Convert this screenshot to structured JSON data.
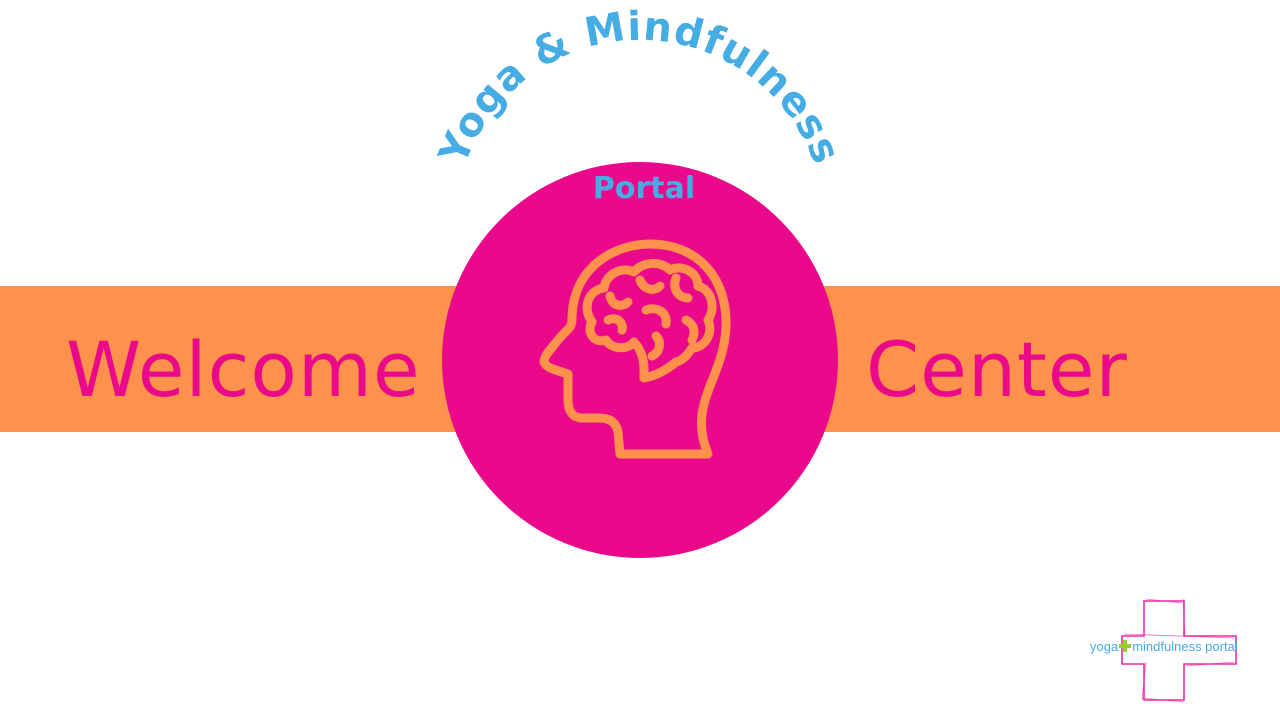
{
  "banner": {
    "title_left": "Welcome",
    "title_right": "Center"
  },
  "badge": {
    "arc_title": "Yoga & Mindfulness",
    "subtitle": "Portal",
    "icon": "head-brain-icon"
  },
  "logo": {
    "text_left": "yoga",
    "text_right": "mindfulness portal",
    "icon": "plus-cross-icon"
  },
  "colors": {
    "background": "#ffffff",
    "band": "#fe914b",
    "magenta": "#ea088b",
    "blue": "#45ade3",
    "orange_icon": "#fe914b",
    "green": "#9acd32"
  }
}
